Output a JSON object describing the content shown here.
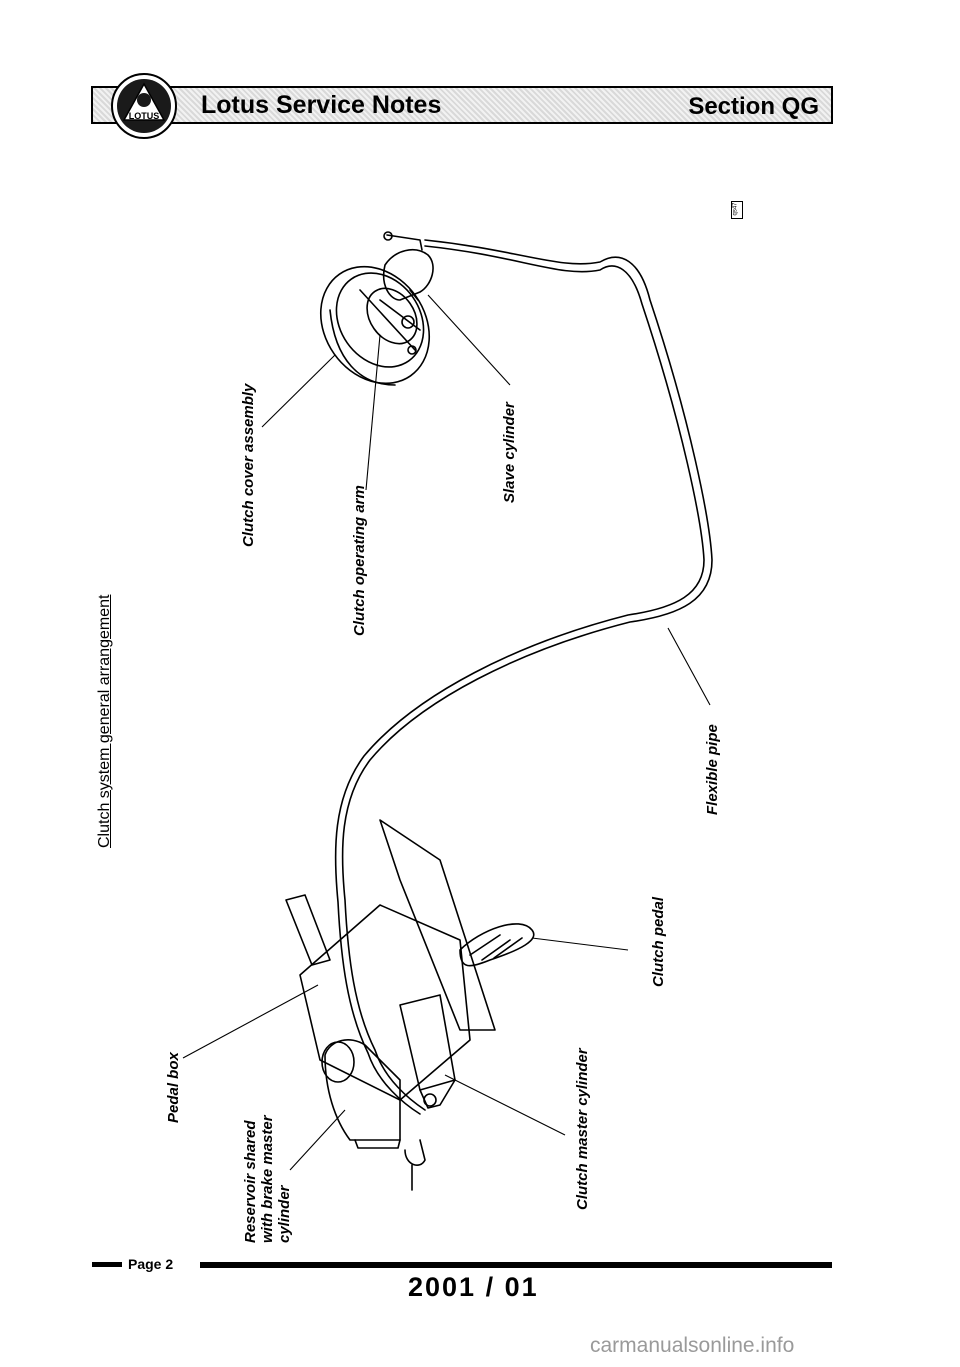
{
  "header": {
    "title": "Lotus Service Notes",
    "section": "Section QG",
    "logo_text": "LOTUS"
  },
  "diagram": {
    "title": "Clutch system general arrangement",
    "ref_code": "qs47",
    "labels": {
      "clutch_cover": "Clutch cover assembly",
      "operating_arm": "Clutch operating arm",
      "slave_cylinder": "Slave cylinder",
      "flexible_pipe": "Flexible pipe",
      "clutch_pedal": "Clutch pedal",
      "master_cylinder": "Clutch master cylinder",
      "pedal_box": "Pedal box",
      "reservoir": "Reservoir shared with brake master cylinder"
    }
  },
  "footer": {
    "page": "Page 2",
    "date": "2001 / 01"
  },
  "watermark": "carmanualsonline.info",
  "colors": {
    "ink": "#000000",
    "watermark": "#9a9a9a"
  }
}
